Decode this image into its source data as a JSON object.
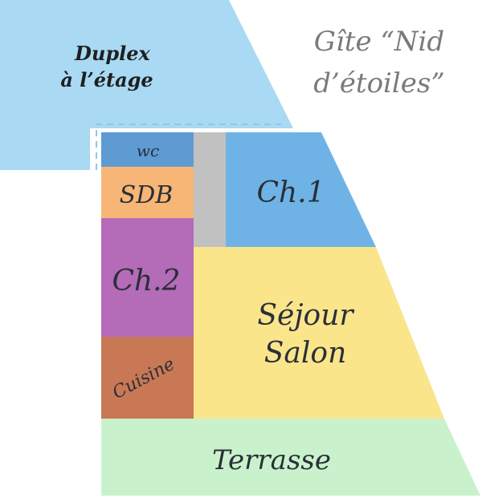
{
  "title": {
    "line1": "Gîte “Nid",
    "line2": "d’étoiles”"
  },
  "duplex": {
    "line1": "Duplex",
    "line2": "à l’étage"
  },
  "rooms": {
    "wc": "wc",
    "sdb": "SDB",
    "ch1": "Ch.1",
    "ch2": "Ch.2",
    "cuisine": "Cuisine",
    "sejour_line1": "Séjour",
    "sejour_line2": "Salon",
    "terrasse": "Terrasse"
  },
  "colors": {
    "duplex": "#a9d9f3",
    "wc": "#5e9bd3",
    "sdb": "#f7b675",
    "ch1": "#6fb3e6",
    "ch2": "#b46bb8",
    "cuisine": "#c87855",
    "sejour": "#fbe58b",
    "terrasse": "#c9f2cc",
    "corridor": "#c1c1c1"
  }
}
